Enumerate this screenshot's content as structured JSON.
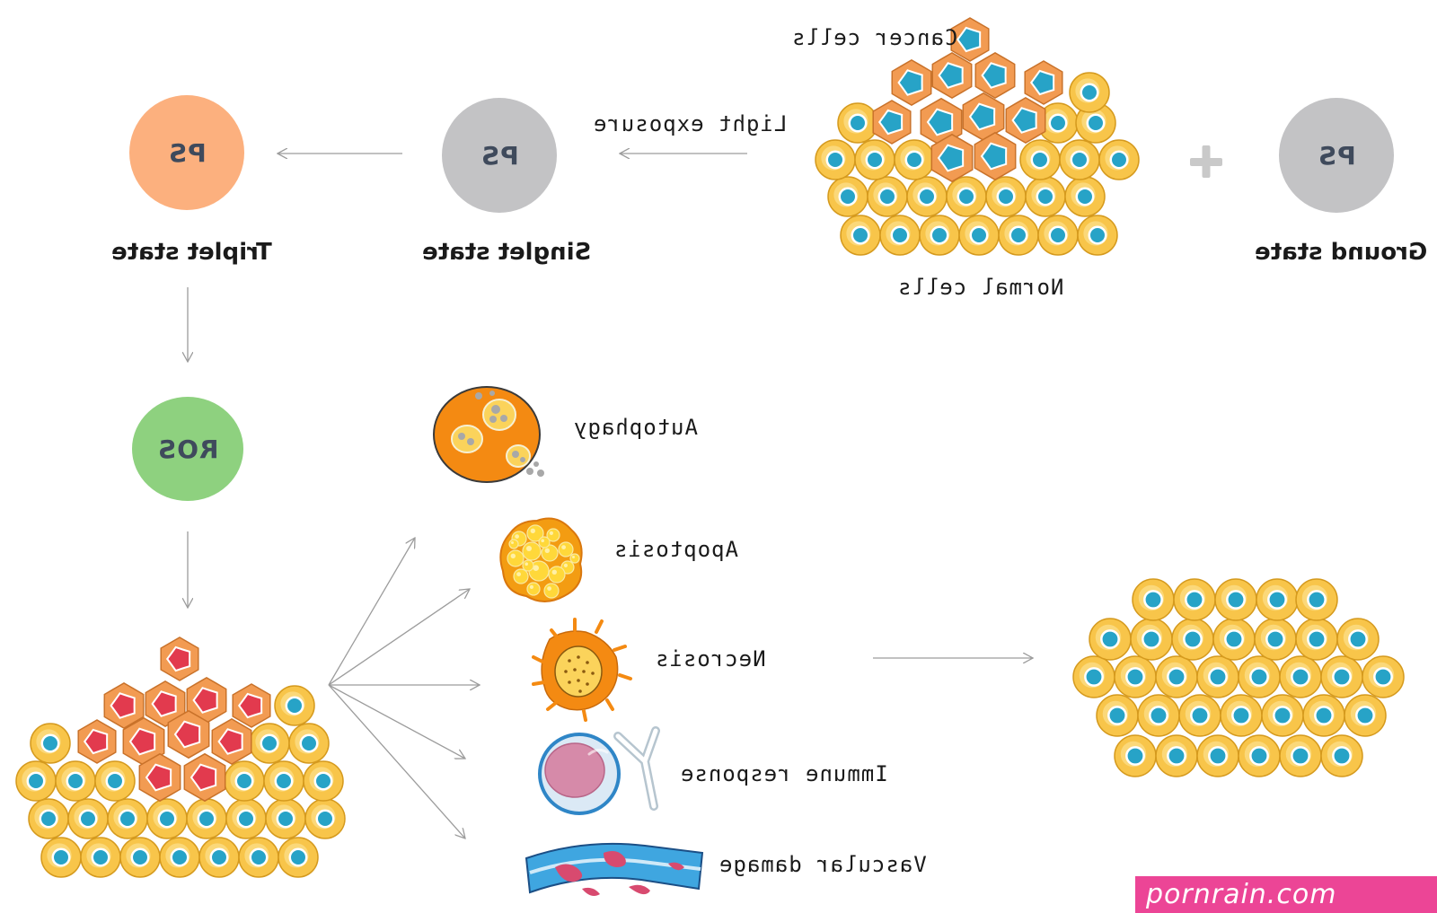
{
  "circles": {
    "ground": "PS",
    "singlet": "PS",
    "triplet": "PS",
    "ros": "ROS"
  },
  "states": {
    "ground": "Ground state",
    "singlet": "Singlet state",
    "triplet": "Triplet state"
  },
  "labels": {
    "cancer_cells": "Cancer cells",
    "normal_cells": "Normal cells",
    "light_exposure": "Light exposure"
  },
  "outcomes": [
    "Autophagy",
    "Apoptosis",
    "Necrosis",
    "Immune response",
    "Vascular damage"
  ],
  "watermark": "pornrain.com",
  "colors": {
    "ps_ground": "#c3c3c5",
    "ps_singlet": "#c3c3c5",
    "ps_triplet": "#fcb07e",
    "ros": "#8ed17f",
    "normal_cell": "#f8c54a",
    "nucleus": "#27a3c7",
    "cancer_cell": "#f29b52",
    "damaged": "#e23a4e",
    "arrow": "#9c9c9c",
    "watermark_bg": "#ec4596"
  }
}
